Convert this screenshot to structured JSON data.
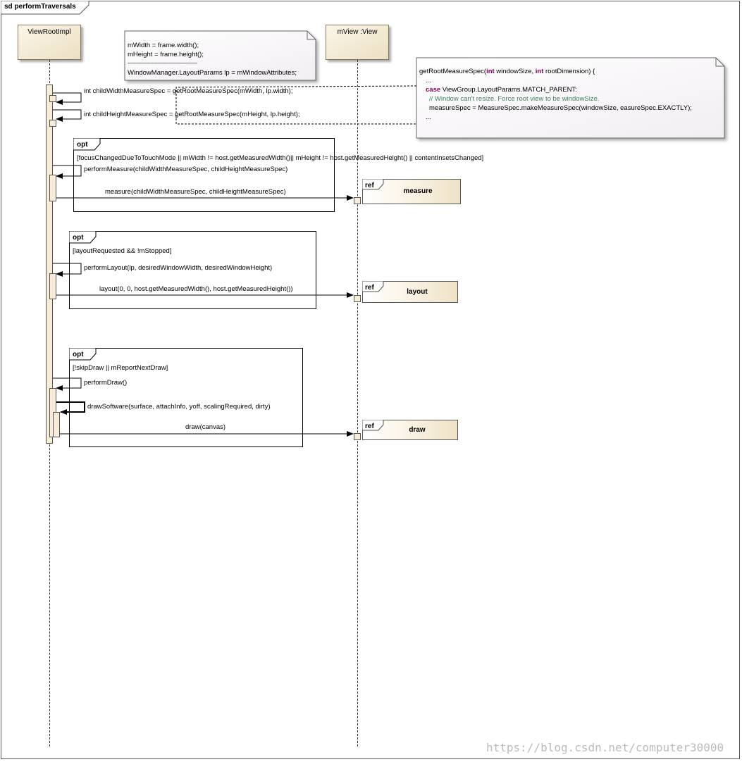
{
  "frame": {
    "title": "sd performTraversals"
  },
  "lifelines": {
    "viewRoot": "ViewRootImpl",
    "view": "mView :View"
  },
  "note1": {
    "lines": [
      "mWidth = frame.width();",
      "mHeight = frame.height();",
      "------------------------------------------------------",
      "WindowManager.LayoutParams lp = mWindowAttributes;"
    ]
  },
  "note2": {
    "l1_name": "getRootMeasureSpec(",
    "l1_kw1": "int",
    "l1_mid": " windowSize, ",
    "l1_kw2": "int",
    "l1_end": " rootDimension) {",
    "l2": "...",
    "l3_kw": "case",
    "l3_rest": " ViewGroup.LayoutParams.MATCH_PARENT:",
    "l4": "// Window can't resize. Force root view to be windowSize.",
    "l5": "measureSpec = MeasureSpec.makeMeasureSpec(windowSize, easureSpec.EXACTLY);",
    "l6": "..."
  },
  "messages": {
    "m1": "int childWidthMeasureSpec = getRootMeasureSpec(mWidth, lp.width);",
    "m2": "int childHeightMeasureSpec = getRootMeasureSpec(mHeight, lp.height);",
    "m3": "performMeasure(childWidthMeasureSpec, childHeightMeasureSpec)",
    "m4": "measure(childWidthMeasureSpec, childHeightMeasureSpec)",
    "m5": "performLayout(lp, desiredWindowWidth, desiredWindowHeight)",
    "m6": "layout(0, 0, host.getMeasuredWidth(), host.getMeasuredHeight())",
    "m7": "performDraw()",
    "m8": "drawSoftware(surface, attachInfo, yoff, scalingRequired, dirty)",
    "m9": "draw(canvas)"
  },
  "fragments": {
    "opt1": {
      "operator": "opt",
      "guard": "[focusChangedDueToTouchMode || mWidth != host.getMeasuredWidth()|| mHeight != host.getMeasuredHeight() || contentInsetsChanged]"
    },
    "opt2": {
      "operator": "opt",
      "guard": "[layoutRequested && !mStopped]"
    },
    "opt3": {
      "operator": "opt",
      "guard": "[!skipDraw || mReportNextDraw]"
    }
  },
  "refs": [
    {
      "operator": "ref",
      "name": "measure"
    },
    {
      "operator": "ref",
      "name": "layout"
    },
    {
      "operator": "ref",
      "name": "draw"
    }
  ],
  "watermark": "https://blog.csdn.net/computer30000"
}
